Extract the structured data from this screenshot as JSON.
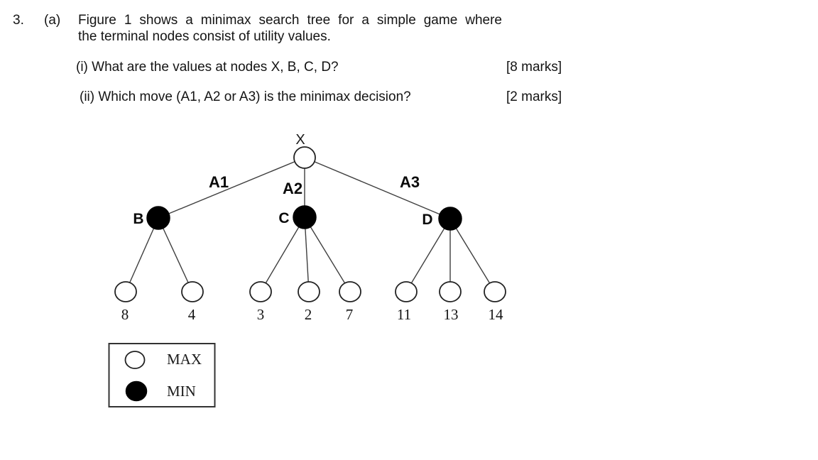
{
  "question": {
    "number": "3.",
    "part_label": "(a)",
    "intro_line1": "Figure 1 shows a minimax search tree for a simple game where",
    "intro_line2": "the terminal nodes consist of utility values.",
    "subquestions": [
      {
        "text": "(i) What are the values at nodes X, B, C, D?",
        "marks": "[8 marks]"
      },
      {
        "text": "(ii) Which move (A1, A2 or A3) is the minimax decision?",
        "marks": "[2 marks]"
      }
    ]
  },
  "figure": {
    "type": "minimax-search-tree",
    "root": {
      "label": "X",
      "player": "MAX"
    },
    "moves": [
      {
        "label": "A1",
        "to": "B"
      },
      {
        "label": "A2",
        "to": "C"
      },
      {
        "label": "A3",
        "to": "D"
      }
    ],
    "min_nodes": [
      {
        "label": "B",
        "player": "MIN",
        "leaf_values": [
          8,
          4
        ]
      },
      {
        "label": "C",
        "player": "MIN",
        "leaf_values": [
          3,
          2,
          7
        ]
      },
      {
        "label": "D",
        "player": "MIN",
        "leaf_values": [
          11,
          13,
          14
        ]
      }
    ],
    "leaves": [
      "8",
      "4",
      "3",
      "2",
      "7",
      "11",
      "13",
      "14"
    ],
    "legend": {
      "items": [
        {
          "symbol": "open-circle",
          "label": "MAX"
        },
        {
          "symbol": "filled-circle",
          "label": "MIN"
        }
      ]
    }
  },
  "colors": {
    "background": "#ffffff",
    "text": "#141414",
    "edge": "#3f3f3f",
    "max_node_fill": "#ffffff",
    "min_node_fill": "#000000",
    "node_stroke": "#222222"
  }
}
